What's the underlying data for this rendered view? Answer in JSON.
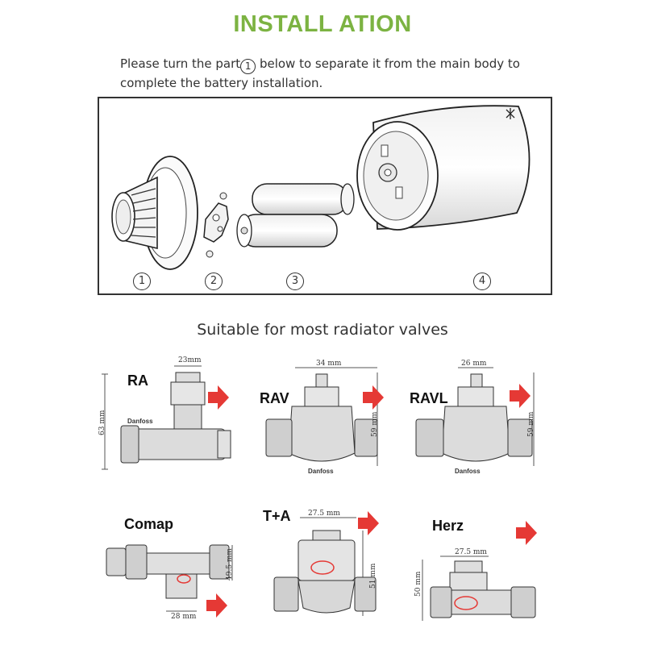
{
  "title": "INSTALL ATION",
  "intro": {
    "before": "Please turn the part",
    "part_marker": "1",
    "after": "below to separate it from the main body to complete the battery installation."
  },
  "diagram": {
    "part_labels": [
      "1",
      "2",
      "3",
      "4"
    ]
  },
  "subtitle": "Suitable for most radiator valves",
  "colors": {
    "title_green": "#7cb342",
    "arrow_red": "#e53935"
  },
  "valves": [
    {
      "name": "RA",
      "brand": "Danfoss",
      "width_dim": "23mm",
      "height_dim": "63 mm"
    },
    {
      "name": "RAV",
      "brand": "Danfoss",
      "width_dim": "34 mm",
      "height_dim": "59 mm"
    },
    {
      "name": "RAVL",
      "brand": "Danfoss",
      "width_dim": "26 mm",
      "height_dim": "59 mm"
    },
    {
      "name": "Comap",
      "width_dim": "28 mm",
      "height_dim": "49.5 mm"
    },
    {
      "name": "T+A",
      "width_dim": "27.5 mm",
      "height_dim": "51 mm"
    },
    {
      "name": "Herz",
      "width_dim": "27.5 mm",
      "height_dim": "50 mm"
    }
  ]
}
